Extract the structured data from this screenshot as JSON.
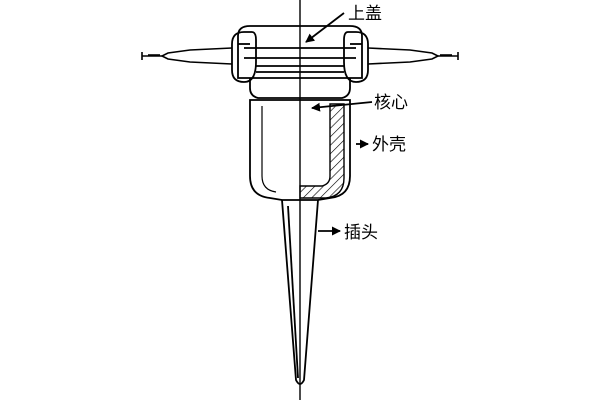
{
  "labels": {
    "cap": "上盖",
    "core": "核心",
    "shell": "外壳",
    "plug": "插头"
  },
  "colors": {
    "ink": "#000000",
    "background": "#ffffff"
  }
}
